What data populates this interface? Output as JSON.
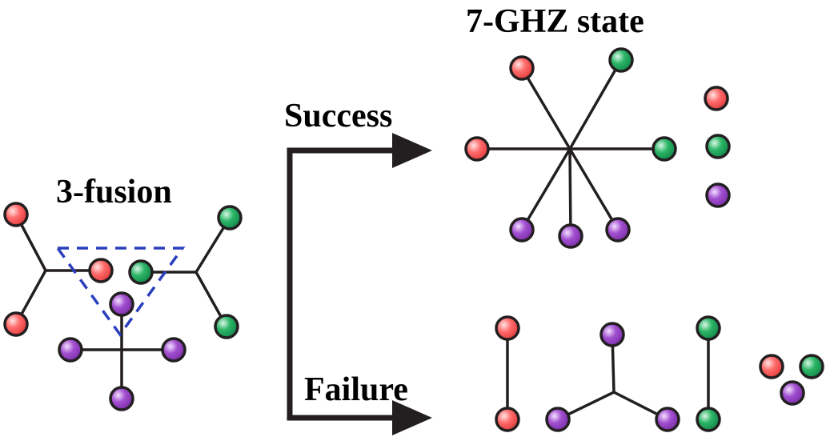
{
  "labels": {
    "fusion": "3-fusion",
    "success": "Success",
    "failure": "Failure",
    "ghz": "7-GHZ state"
  },
  "colors": {
    "red": "#ff6b6b",
    "green": "#2bb566",
    "purple": "#a24fd0",
    "dashed": "#2b3fbd",
    "line": "#231f20"
  }
}
